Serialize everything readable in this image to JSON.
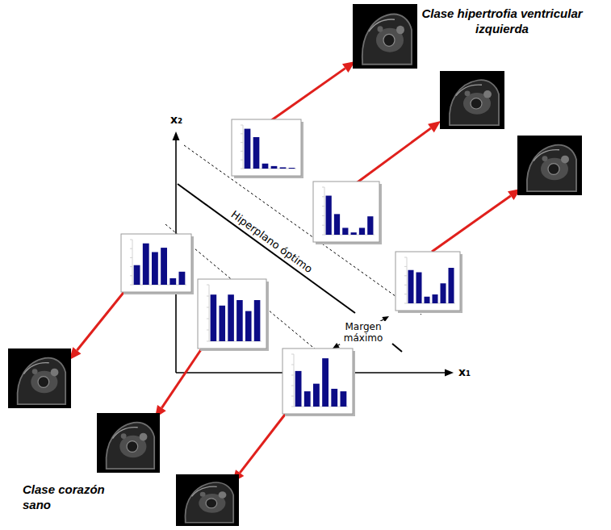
{
  "diagram": {
    "labels": [
      "Clase hipertrofia ventricular izquierda",
      "x₂",
      "Hiperplano óptimo",
      "Margen máximo",
      "x₁",
      "Clase corazón sano"
    ]
  }
}
